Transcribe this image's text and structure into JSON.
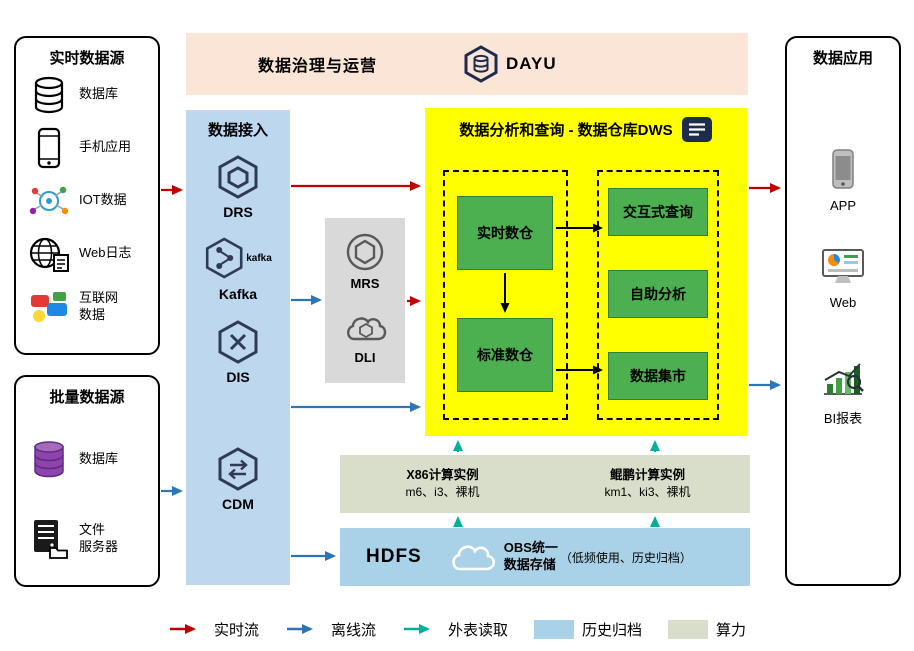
{
  "governance": {
    "title": "数据治理与运营",
    "logo_label": "DAYU"
  },
  "realtime_sources": {
    "title": "实时数据源",
    "items": [
      {
        "label": "数据库",
        "icon": "database-icon"
      },
      {
        "label": "手机应用",
        "icon": "mobile-phone-icon"
      },
      {
        "label": "IOT数据",
        "icon": "iot-icon"
      },
      {
        "label": "Web日志",
        "icon": "web-log-icon"
      },
      {
        "label": "互联网\n数据",
        "icon": "internet-data-icon"
      }
    ]
  },
  "batch_sources": {
    "title": "批量数据源",
    "items": [
      {
        "label": "数据库",
        "icon": "purple-database-icon"
      },
      {
        "label": "文件\n服务器",
        "icon": "file-server-icon"
      }
    ]
  },
  "ingestion": {
    "title": "数据接入",
    "kafka_wordmark": "kafka",
    "items": [
      {
        "label": "DRS",
        "icon": "drs-icon"
      },
      {
        "label": "Kafka",
        "icon": "kafka-icon"
      },
      {
        "label": "DIS",
        "icon": "dis-icon"
      },
      {
        "label": "CDM",
        "icon": "cdm-icon"
      }
    ]
  },
  "services": {
    "items": [
      {
        "label": "MRS",
        "icon": "mrs-icon"
      },
      {
        "label": "DLI",
        "icon": "dli-icon"
      }
    ]
  },
  "dws": {
    "title": "数据分析和查询 - 数据仓库DWS",
    "warehouses": [
      {
        "label": "实时数仓"
      },
      {
        "label": "标准数仓"
      }
    ],
    "analytics": [
      {
        "label": "交互式查询"
      },
      {
        "label": "自助分析"
      },
      {
        "label": "数据集市"
      }
    ]
  },
  "compute": {
    "x86": {
      "title": "X86计算实例",
      "spec": "m6、i3、裸机"
    },
    "kunpeng": {
      "title": "鲲鹏计算实例",
      "spec": "km1、ki3、裸机"
    }
  },
  "storage": {
    "hdfs": "HDFS",
    "obs": "OBS统一\n数据存储",
    "note": "（低频使用、历史归档）"
  },
  "applications": {
    "title": "数据应用",
    "items": [
      {
        "label": "APP",
        "icon": "app-phone-icon"
      },
      {
        "label": "Web",
        "icon": "web-monitor-icon"
      },
      {
        "label": "BI报表",
        "icon": "bi-report-icon"
      }
    ]
  },
  "legend": {
    "items": [
      {
        "label": "实时流",
        "kind": "arrow",
        "color": "#C00000"
      },
      {
        "label": "离线流",
        "kind": "arrow",
        "color": "#2E75B6"
      },
      {
        "label": "外表读取",
        "kind": "arrow",
        "color": "#00B09B"
      },
      {
        "label": "历史归档",
        "kind": "swatch",
        "color": "#A9D2E8"
      },
      {
        "label": "算力",
        "kind": "swatch",
        "color": "#D8DEC9"
      }
    ]
  },
  "colors": {
    "realtime_flow": "#C00000",
    "offline_flow": "#2E75B6",
    "external_read": "#00B09B",
    "archive_bg": "#A9D2E8",
    "compute_bg": "#D8DEC9",
    "dws_bg": "#FFFF00",
    "warehouse_green": "#4CAF50",
    "ingestion_bg": "#BDD7EE",
    "services_bg": "#D9D9D9",
    "governance_bg": "#FBE5D6"
  }
}
